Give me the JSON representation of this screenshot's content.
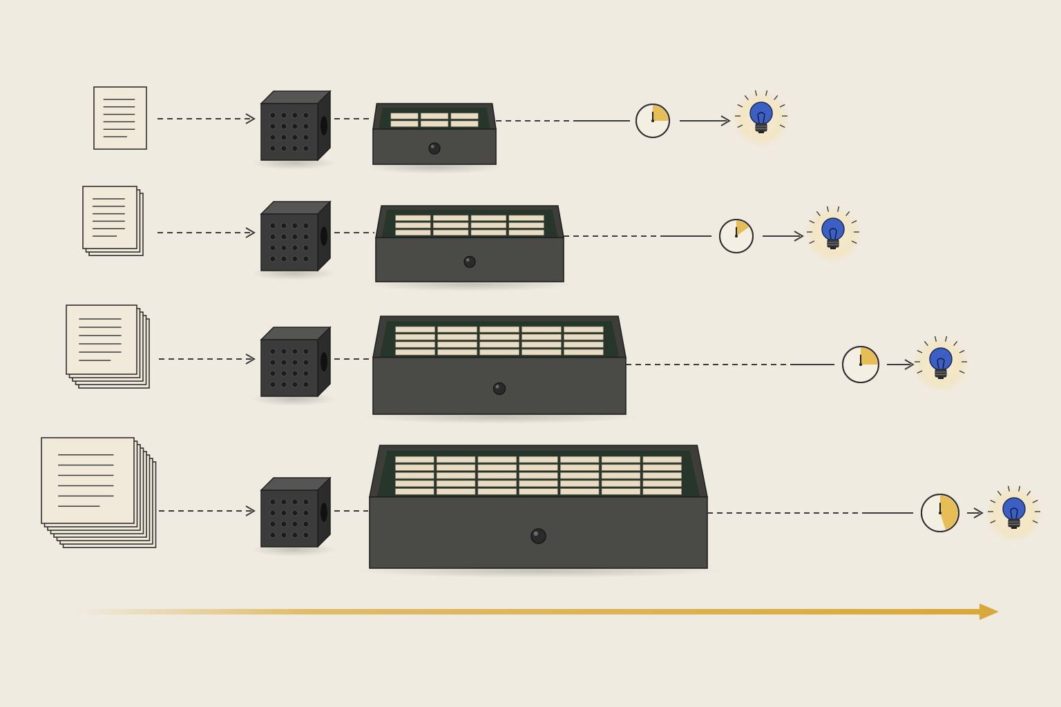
{
  "colors": {
    "background": "#efebe1",
    "paper": "#f1eadb",
    "outline": "#2e2e2e",
    "cube": "#3b3b3b",
    "tray": "#4a4a47",
    "tray_liner": "#26362a",
    "cell": "#e9dcc4",
    "clock_fill": "#e7bd55",
    "bulb": "#3c5fc4",
    "glow": "#f3e5c2",
    "timeline": "#d8a93a"
  },
  "icons": [
    "document-stack-icon",
    "processor-cube-icon",
    "storage-tray-icon",
    "clock-icon",
    "lightbulb-icon"
  ],
  "rows": [
    {
      "documents": 1,
      "tray_columns": 3,
      "tray_rows": 2,
      "clock_fraction": 0.25
    },
    {
      "documents": 3,
      "tray_columns": 4,
      "tray_rows": 3,
      "clock_fraction": 0.15
    },
    {
      "documents": 5,
      "tray_columns": 5,
      "tray_rows": 4,
      "clock_fraction": 0.25
    },
    {
      "documents": 8,
      "tray_columns": 7,
      "tray_rows": 5,
      "clock_fraction": 0.45
    }
  ]
}
